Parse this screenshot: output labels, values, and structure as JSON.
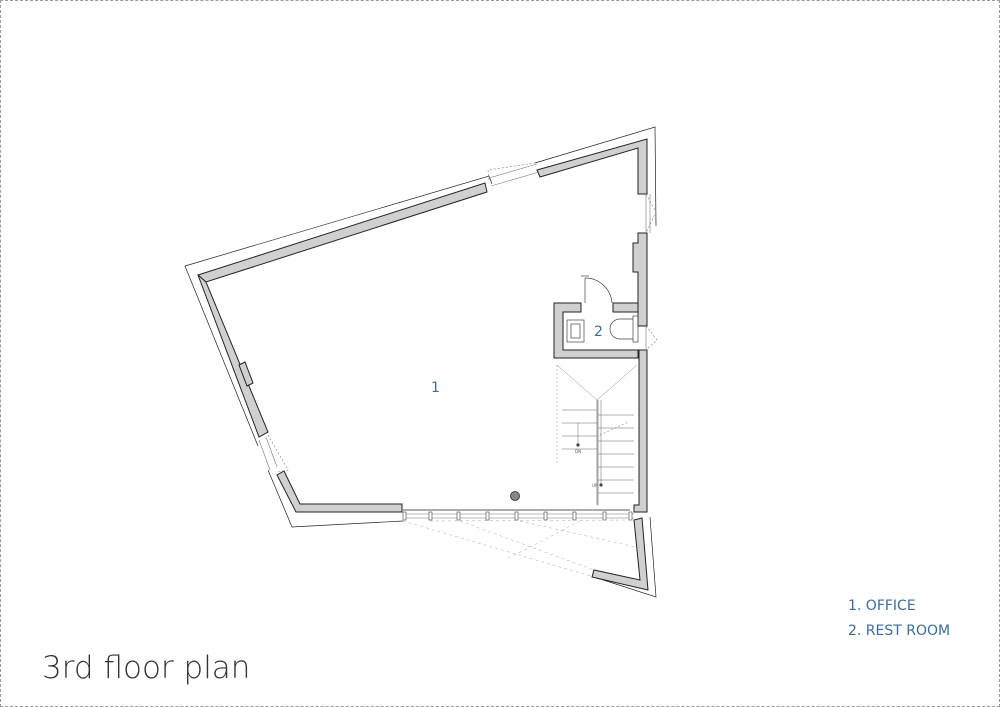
{
  "plan": {
    "rooms": [
      {
        "number": "1",
        "name": "OFFICE"
      },
      {
        "number": "2",
        "name": "REST ROOM"
      }
    ],
    "stair_labels": {
      "down": "DN",
      "up": "UP"
    },
    "colors": {
      "wall": "#d0d0d0",
      "line": "#222222",
      "label": "#3a6d9a"
    }
  },
  "legend": {
    "items": [
      {
        "label": "1. OFFICE"
      },
      {
        "label": "2. REST ROOM"
      }
    ]
  },
  "title": "3rd floor plan"
}
